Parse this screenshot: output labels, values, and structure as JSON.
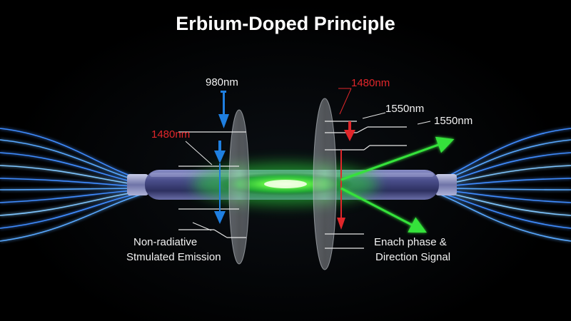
{
  "title": "Erbium-Doped Principle",
  "labels": {
    "pump_980": "980nm",
    "pump_1480_left": "1480nm",
    "pump_1480_right": "1480nm",
    "signal_1550_a": "1550nm",
    "signal_1550_b": "1550nm",
    "nonradiative": "Non-radiative",
    "stimulated": "Stmulated Emission",
    "phase": "Enach phase &",
    "direction": "Direction  Signal"
  },
  "colors": {
    "background": "#000000",
    "fiber_glow": "#3f8cff",
    "fiber_tube": "#5a5f9e",
    "emission": "#36e23a",
    "pump_blue": "#1f7fe0",
    "pump_red": "#e0262a",
    "text": "#ffffff"
  }
}
